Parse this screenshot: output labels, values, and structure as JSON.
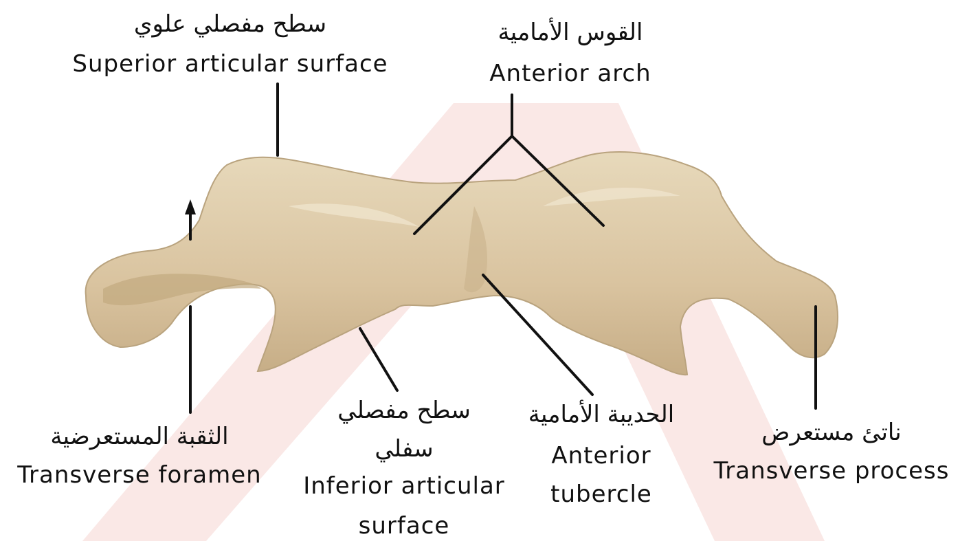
{
  "colors": {
    "background": "#ffffff",
    "watermark": "#f7d7d4",
    "bone_fill": "#dcc7a4",
    "bone_shadow": "#b9a37e",
    "bone_highlight": "#ece0c6",
    "leader_line": "#111111"
  },
  "labels": {
    "superior_articular_surface": {
      "arabic": "سطح مفصلي علوي",
      "english": "Superior articular surface"
    },
    "anterior_arch": {
      "arabic": "القوس الأمامية",
      "english": "Anterior arch"
    },
    "transverse_foramen": {
      "arabic": "الثقبة المستعرضية",
      "english": "Transverse foramen"
    },
    "inferior_articular_surface": {
      "arabic_line1": "سطح مفصلي",
      "arabic_line2": "سفلي",
      "english_line1": "Inferior articular",
      "english_line2": "surface"
    },
    "anterior_tubercle": {
      "arabic": "الحديبة الأمامية",
      "english_line1": "Anterior",
      "english_line2": "tubercle"
    },
    "transverse_process": {
      "arabic": "ناتئ مستعرض",
      "english": "Transverse process"
    }
  }
}
